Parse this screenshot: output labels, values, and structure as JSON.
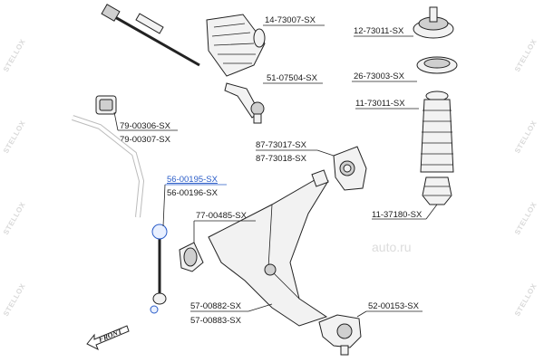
{
  "part_labels": {
    "p14_73007": "14-73007-SX",
    "p12_73011": "12-73011-SX",
    "p51_07504": "51-07504-SX",
    "p26_73003": "26-73003-SX",
    "p79_00306": "79-00306-SX",
    "p79_00307": "79-00307-SX",
    "p11_73011": "11-73011-SX",
    "p87_73017": "87-73017-SX",
    "p87_73018": "87-73018-SX",
    "p56_00195": "56-00195-SX",
    "p56_00196": "56-00196-SX",
    "p77_00485": "77-00485-SX",
    "p11_37180": "11-37180-SX",
    "p57_00882": "57-00882-SX",
    "p57_00883": "57-00883-SX",
    "p52_00153": "52-00153-SX"
  },
  "watermark": {
    "left_text": "STELLOX",
    "brand_text": "auto.ru"
  },
  "front_label": "FRONT",
  "colors": {
    "highlight": "#2a5cc8",
    "ink": "#1a1a1a",
    "watermark": "#d9d9d9"
  }
}
